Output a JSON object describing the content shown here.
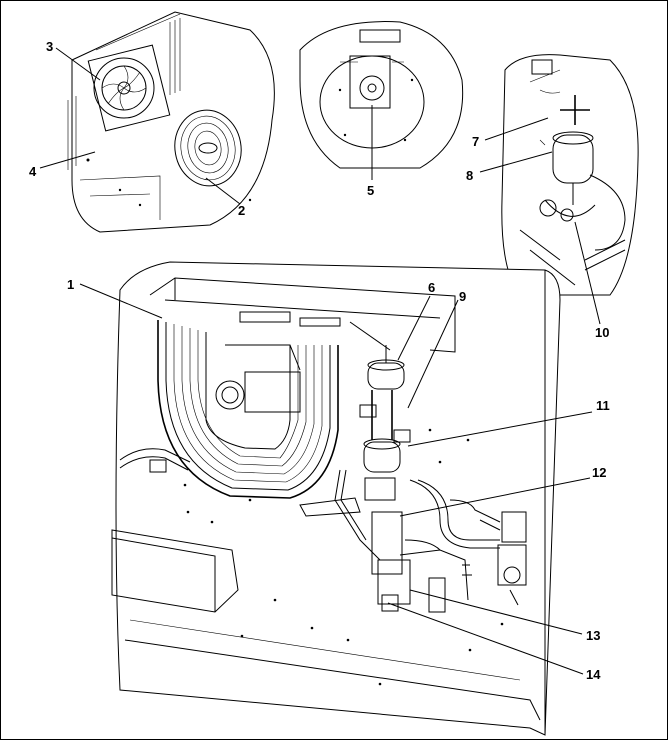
{
  "callouts": [
    {
      "id": "1",
      "text": "1"
    },
    {
      "id": "2",
      "text": "2"
    },
    {
      "id": "3",
      "text": "3"
    },
    {
      "id": "4",
      "text": "4"
    },
    {
      "id": "5",
      "text": "5"
    },
    {
      "id": "6",
      "text": "6"
    },
    {
      "id": "7",
      "text": "7"
    },
    {
      "id": "8",
      "text": "8"
    },
    {
      "id": "9",
      "text": "9"
    },
    {
      "id": "10",
      "text": "10"
    },
    {
      "id": "11",
      "text": "11"
    },
    {
      "id": "12",
      "text": "12"
    },
    {
      "id": "13",
      "text": "13"
    },
    {
      "id": "14",
      "text": "14"
    }
  ],
  "detail_arrow": {
    "icon": "curved-arrow-icon",
    "color": "#666666"
  }
}
